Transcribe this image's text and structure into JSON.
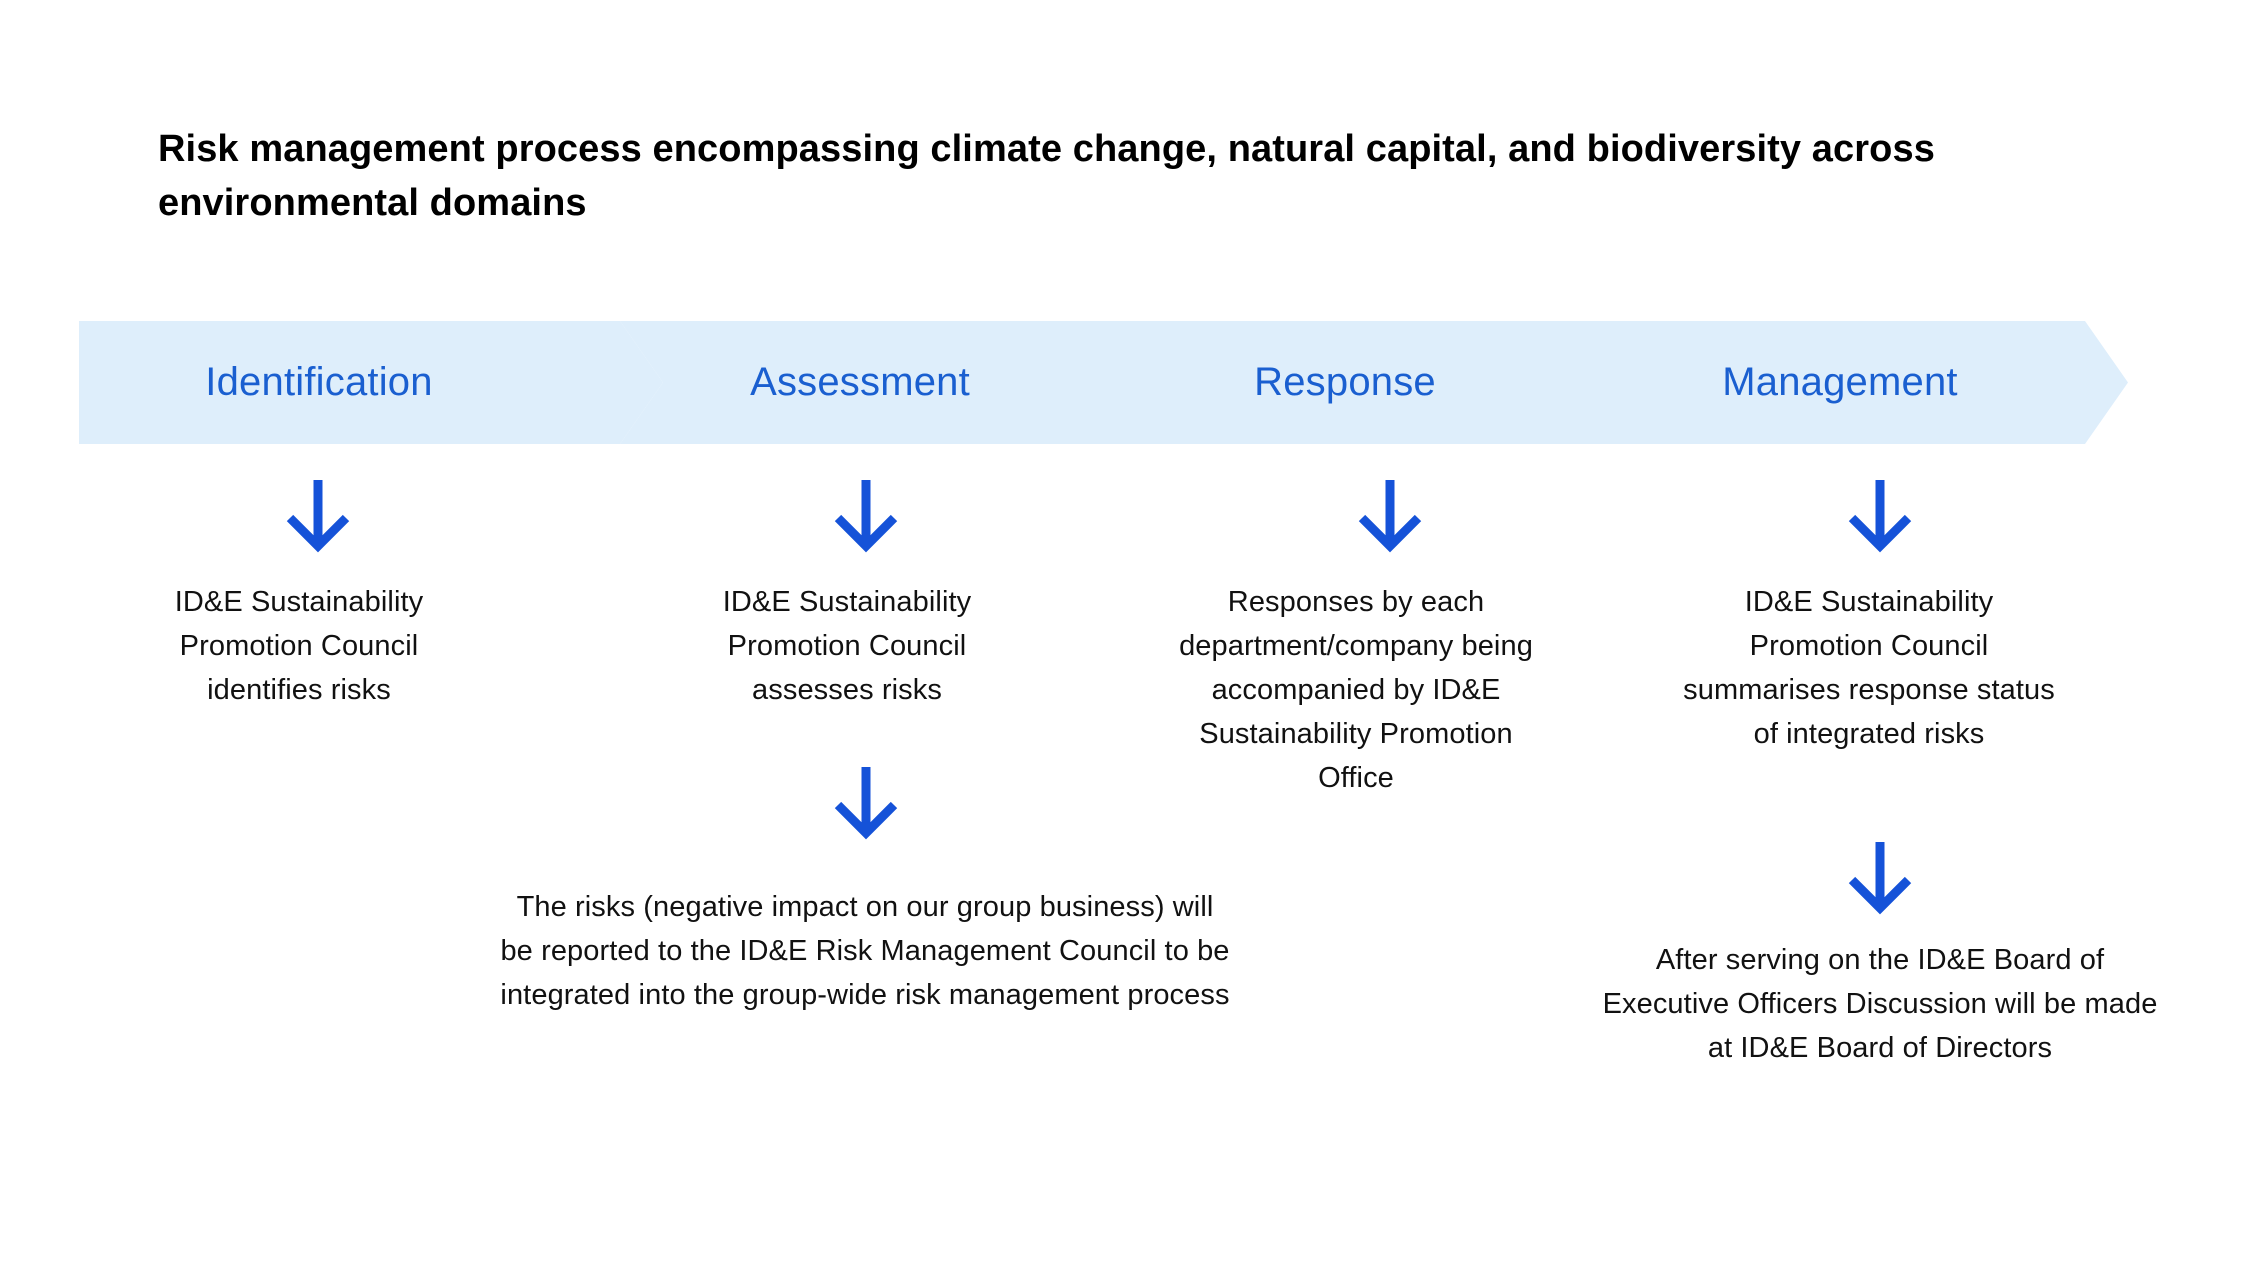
{
  "title": {
    "line1": "Risk management process encompassing climate change, natural capital, and biodiversity across",
    "line2": "environmental domains"
  },
  "colors": {
    "banner_fill": "#deeefb",
    "banner_label": "#1a5fd0",
    "arrow": "#1552d8",
    "body_text": "#111111",
    "background": "#ffffff"
  },
  "chart_data": {
    "type": "diagram",
    "diagram_kind": "chevron-process-flow",
    "title": "Risk management process encompassing climate change, natural capital, and biodiversity across environmental domains",
    "stages": [
      {
        "index": 1,
        "label": "Identification",
        "steps": [
          "ID&E Sustainability Promotion Council identifies risks"
        ]
      },
      {
        "index": 2,
        "label": "Assessment",
        "steps": [
          "ID&E Sustainability Promotion Council assesses risks",
          "The risks (negative impact on our group business) will be reported to the ID&E Risk Management Council to be integrated into the group-wide risk management process"
        ]
      },
      {
        "index": 3,
        "label": "Response",
        "steps": [
          "Responses by each department/company being accompanied by ID&E Sustainability Promotion Office"
        ]
      },
      {
        "index": 4,
        "label": "Management",
        "steps": [
          "ID&E Sustainability Promotion Council summarises response status of integrated risks",
          "After serving on the ID&E Board of Executive Officers Discussion will be made at ID&E Board of Directors"
        ]
      }
    ]
  },
  "banner": {
    "stage1_label": "Identification",
    "stage2_label": "Assessment",
    "stage3_label": "Response",
    "stage4_label": "Management"
  },
  "body": {
    "col1_text": "ID&E Sustainability Promotion Council identifies risks",
    "col2_text": "ID&E Sustainability Promotion Council assesses risks",
    "col3_text": "Responses by each department/company being accompanied by ID&E Sustainability Promotion Office",
    "col4_text": "ID&E Sustainability Promotion Council summarises response status of integrated risks",
    "col2_text_b": "The risks (negative impact on our group business) will be reported to the ID&E Risk Management Council to be integrated into the group-wide risk management process",
    "col4_text_b": "After serving on the ID&E Board of Executive Officers Discussion will be made at ID&E Board of Directors"
  }
}
